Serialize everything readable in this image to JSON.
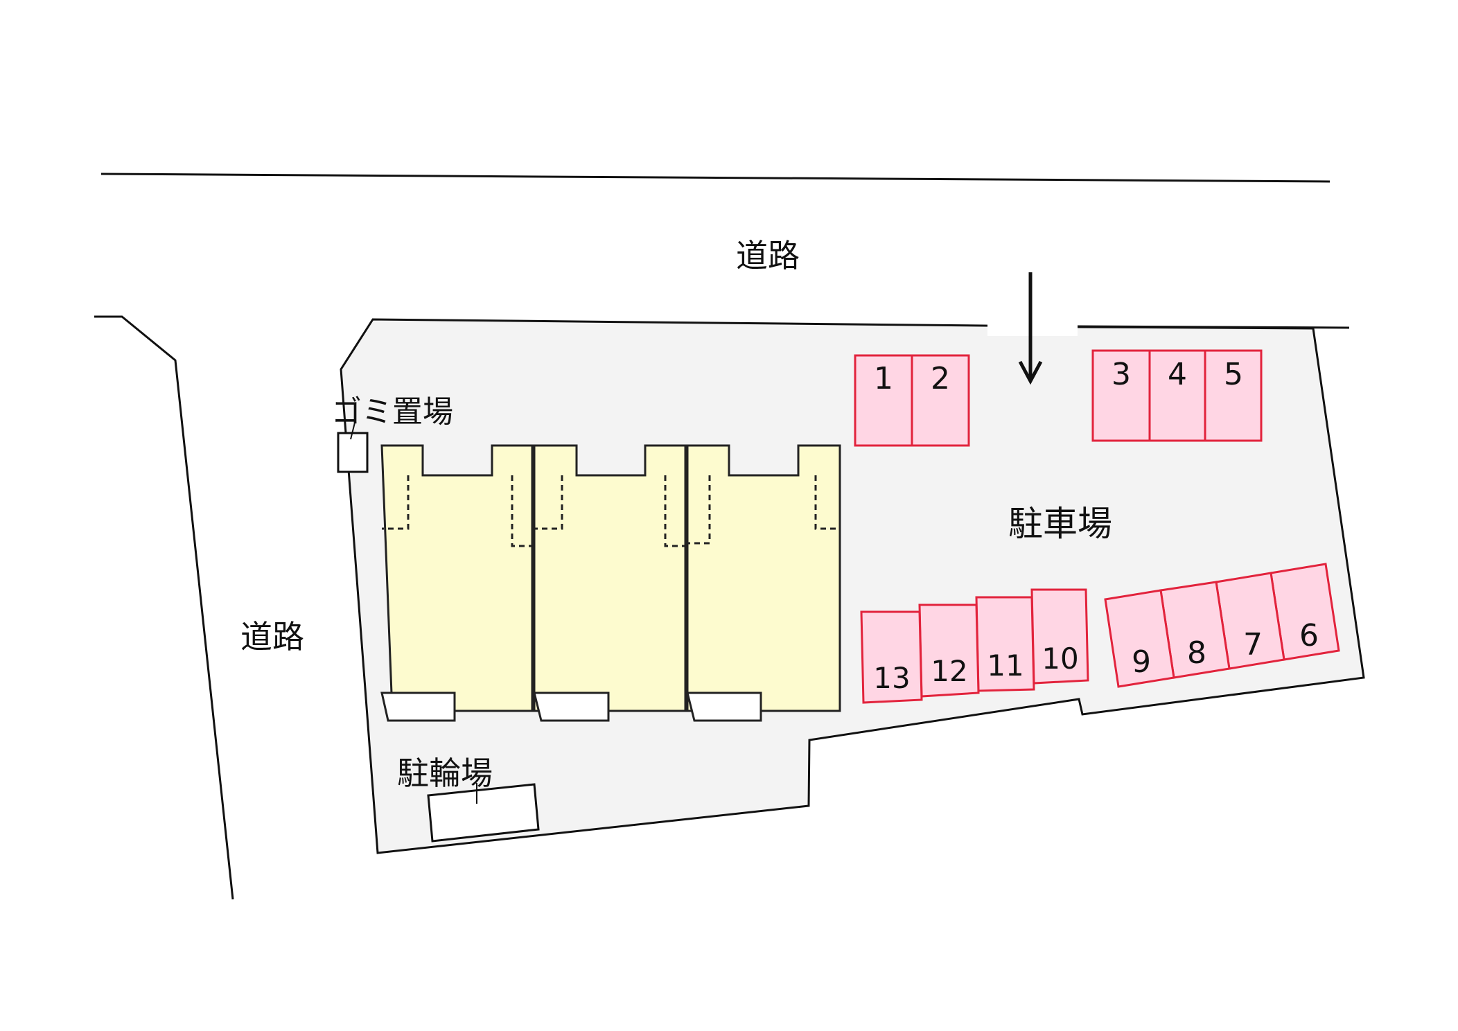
{
  "labels": {
    "road_top": "道路",
    "road_left": "道路",
    "garbage_area": "ゴミ置場",
    "parking_lot": "駐車場",
    "bicycle_parking": "駐輪場"
  },
  "parking_spaces": [
    "1",
    "2",
    "3",
    "4",
    "5",
    "6",
    "7",
    "8",
    "9",
    "10",
    "11",
    "12",
    "13"
  ],
  "colors": {
    "lot": "#f3f3f3",
    "building": "#fdfbcf",
    "parking_fill": "#ffd6e4",
    "parking_stroke": "#e2233c",
    "line": "#111111"
  }
}
